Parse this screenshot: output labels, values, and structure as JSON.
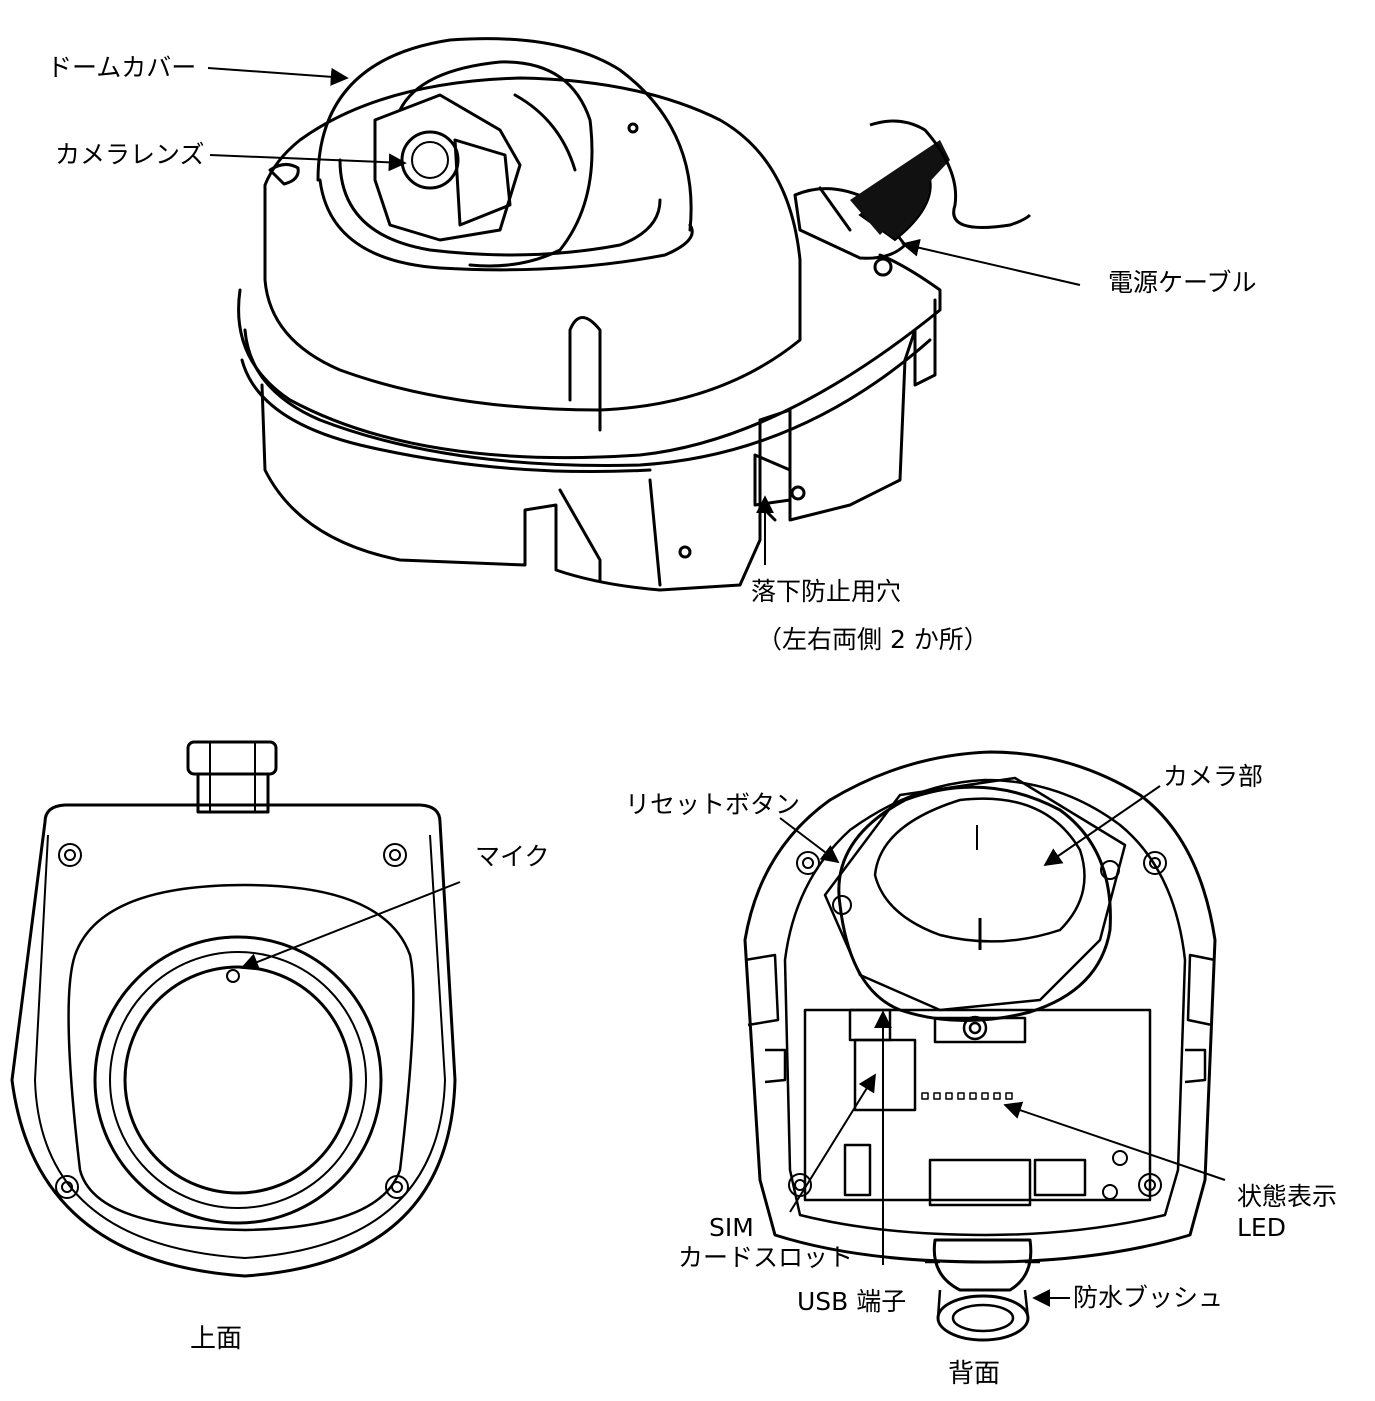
{
  "perspective": {
    "labels": {
      "dome_cover": "ドームカバー",
      "camera_lens": "カメラレンズ",
      "power_cable": "電源ケーブル",
      "fall_prevention_hole": "落下防止用穴",
      "fall_prevention_note": "（左右両側 2 か所）"
    }
  },
  "top_view": {
    "caption": "上面",
    "labels": {
      "mic": "マイク"
    }
  },
  "back_view": {
    "caption": "背面",
    "labels": {
      "reset_button": "リセットボタン",
      "camera_unit": "カメラ部",
      "status_led_line1": "状態表示",
      "status_led_line2": "LED",
      "sim_line1": "SIM",
      "sim_line2": "カードスロット",
      "usb_port": "USB 端子",
      "waterproof_bushing": "防水ブッシュ"
    }
  },
  "colors": {
    "line": "#000000",
    "cable": "#111111",
    "background": "#ffffff"
  }
}
